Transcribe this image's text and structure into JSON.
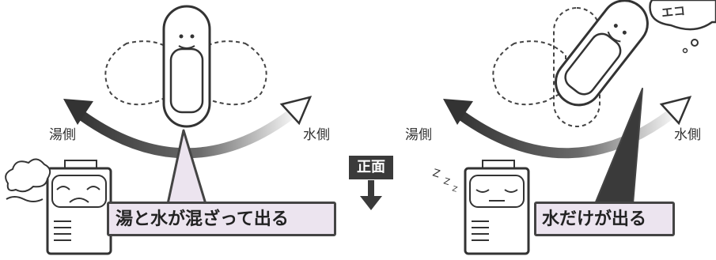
{
  "left_panel": {
    "hot_side_label": "湯側",
    "cold_side_label": "水側",
    "callout_text": "湯と水が混ざって出る"
  },
  "right_panel": {
    "hot_side_label": "湯側",
    "cold_side_label": "水側",
    "callout_text": "水だけが出る",
    "thought_bubble_text": "エコ"
  },
  "center": {
    "front_label": "正面"
  },
  "colors": {
    "callout_fill": "#ece4ef",
    "outline": "#3a3a3a",
    "front_box": "#3a3a3a"
  }
}
